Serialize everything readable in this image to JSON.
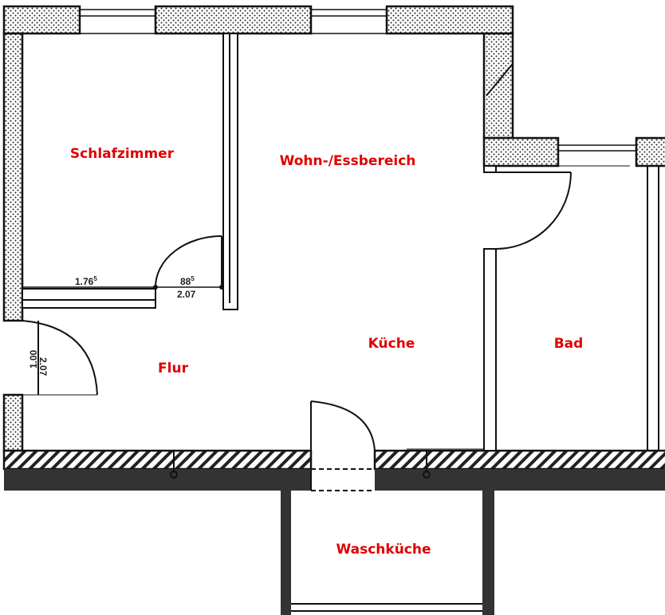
{
  "rooms": {
    "schlafzimmer": "Schlafzimmer",
    "wohn": "Wohn-/Essbereich",
    "kueche": "Küche",
    "bad": "Bad",
    "flur": "Flur",
    "waschkueche": "Waschküche"
  },
  "dimensions": {
    "bedroom_wall_width": "1.76",
    "bedroom_wall_width_sup": "5",
    "bedroom_door_width": "88",
    "bedroom_door_width_sup": "5",
    "bedroom_door_height": "2.07",
    "entrance_door_width": "1.00",
    "entrance_door_height": "2.07"
  },
  "colors": {
    "label": "#e00000",
    "wall_dark": "#333333",
    "line": "#111111"
  }
}
